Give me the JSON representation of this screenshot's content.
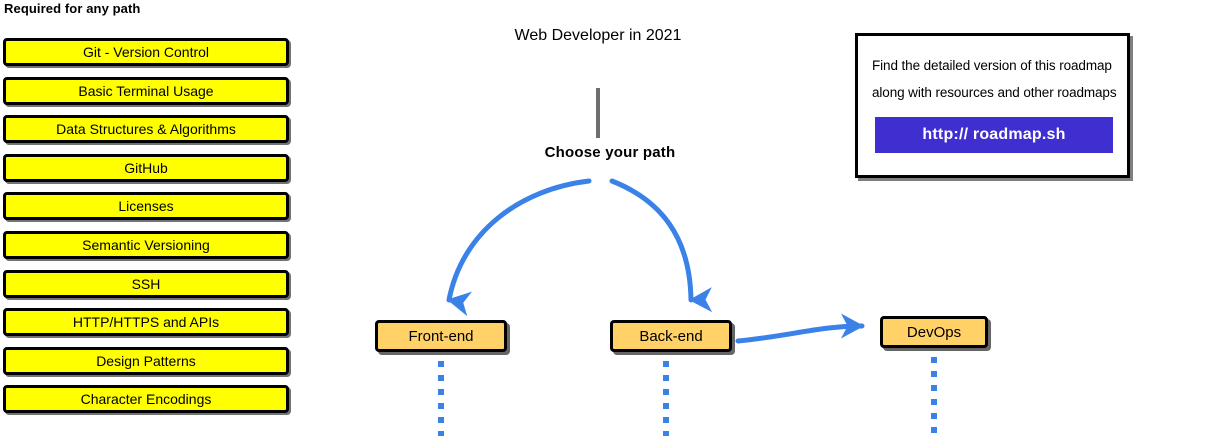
{
  "title": "Web Developer in 2021",
  "required_section": {
    "header": "Required for any path",
    "items": [
      {
        "label": "Git - Version Control"
      },
      {
        "label": "Basic Terminal Usage"
      },
      {
        "label": "Data Structures & Algorithms"
      },
      {
        "label": "GitHub"
      },
      {
        "label": "Licenses"
      },
      {
        "label": "Semantic Versioning"
      },
      {
        "label": "SSH"
      },
      {
        "label": "HTTP/HTTPS and APIs"
      },
      {
        "label": "Design Patterns"
      },
      {
        "label": "Character Encodings"
      }
    ]
  },
  "center": {
    "choose_path_label": "Choose your path",
    "nodes": [
      {
        "id": "frontend",
        "label": "Front-end"
      },
      {
        "id": "backend",
        "label": "Back-end"
      },
      {
        "id": "devops",
        "label": "DevOps"
      }
    ]
  },
  "info_card": {
    "line1": "Find the detailed version of this roadmap",
    "line2": "along with resources and other roadmaps",
    "cta_label": "http:// roadmap.sh"
  },
  "colors": {
    "required_box_fill": "#ffff00",
    "path_node_fill": "#ffd166",
    "arrow_blue": "#3b82e8",
    "cta_purple": "#3f2fd0",
    "stem_gray": "#6e6e6e",
    "outline_black": "#000000"
  }
}
